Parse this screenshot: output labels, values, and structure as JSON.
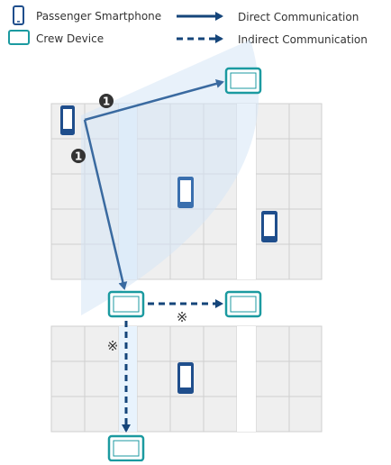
{
  "legend": {
    "passenger_label": "Passenger Smartphone",
    "crew_label": "Crew Device",
    "direct_label": "Direct Communication",
    "indirect_label": "Indirect Communication"
  },
  "markers": {
    "step_one": "1",
    "relay_symbol": "※"
  },
  "colors": {
    "phone_blue": "#1f4e8c",
    "phone_mid_blue": "#3a6fae",
    "crew_teal": "#1b9aa0",
    "arrow_blue": "#3a6aa0",
    "dashed_navy": "#15457a",
    "coverage_fill": "#d6e6f6",
    "seat_fill": "#efefef",
    "seat_line": "#cfcfcf",
    "aisle_fill": "#e8f3fd"
  }
}
